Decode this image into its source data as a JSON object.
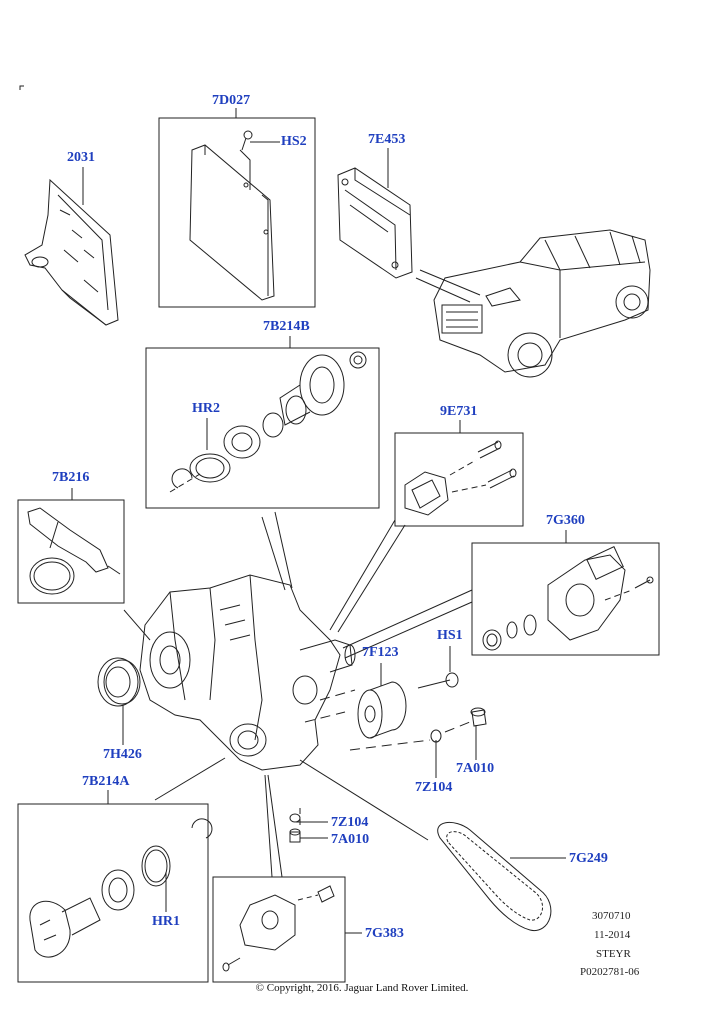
{
  "callouts": {
    "c2031": "2031",
    "c7D027": "7D027",
    "cHS2": "HS2",
    "c7E453": "7E453",
    "c7B214B": "7B214B",
    "cHR2": "HR2",
    "c9E731": "9E731",
    "c7B216": "7B216",
    "c7G360": "7G360",
    "cHS1": "HS1",
    "c7F123": "7F123",
    "c7H426": "7H426",
    "c7A010a": "7A010",
    "c7Z104a": "7Z104",
    "c7B214A": "7B214A",
    "c7Z104b": "7Z104",
    "c7A010b": "7A010",
    "c7G249": "7G249",
    "cHR1": "HR1",
    "c7G383": "7G383"
  },
  "meta": {
    "line1": "3070710",
    "line2": "11-2014",
    "line3": "STEYR",
    "line4": "P0202781-06"
  },
  "copyright": "© Copyright, 2016. Jaguar Land Rover Limited.",
  "colors": {
    "callout": "#1f3fbf",
    "linework": "#222222"
  }
}
